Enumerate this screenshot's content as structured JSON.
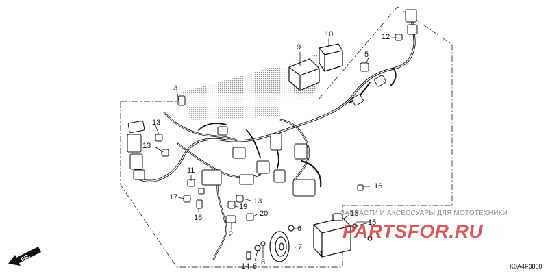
{
  "diagram": {
    "direction_label": "FR.",
    "catalog_code": "K0A4F3800",
    "watermark": {
      "tagline": "ЗАПЧАСТИ И АКСЕССУАРЫ ДЛЯ МОТОТЕХНИКИ",
      "brand_text": "PARTSFOR.RU",
      "brand_color": "#cc2222"
    },
    "parts": [
      {
        "id": "part-1",
        "number": "1"
      },
      {
        "id": "part-2",
        "number": "2"
      },
      {
        "id": "part-3",
        "number": "3"
      },
      {
        "id": "part-5",
        "number": "5"
      },
      {
        "id": "part-6a",
        "number": "6"
      },
      {
        "id": "part-6b",
        "number": "6"
      },
      {
        "id": "part-7",
        "number": "7"
      },
      {
        "id": "part-8",
        "number": "8"
      },
      {
        "id": "part-9",
        "number": "9"
      },
      {
        "id": "part-10",
        "number": "10"
      },
      {
        "id": "part-11",
        "number": "11"
      },
      {
        "id": "part-12",
        "number": "12"
      },
      {
        "id": "part-13a",
        "number": "13"
      },
      {
        "id": "part-13b",
        "number": "13"
      },
      {
        "id": "part-13c",
        "number": "13"
      },
      {
        "id": "part-14",
        "number": "14"
      },
      {
        "id": "part-15a",
        "number": "15"
      },
      {
        "id": "part-15b",
        "number": "15"
      },
      {
        "id": "part-16",
        "number": "16"
      },
      {
        "id": "part-17",
        "number": "17"
      },
      {
        "id": "part-18",
        "number": "18"
      },
      {
        "id": "part-19",
        "number": "19"
      },
      {
        "id": "part-20",
        "number": "20"
      }
    ]
  }
}
